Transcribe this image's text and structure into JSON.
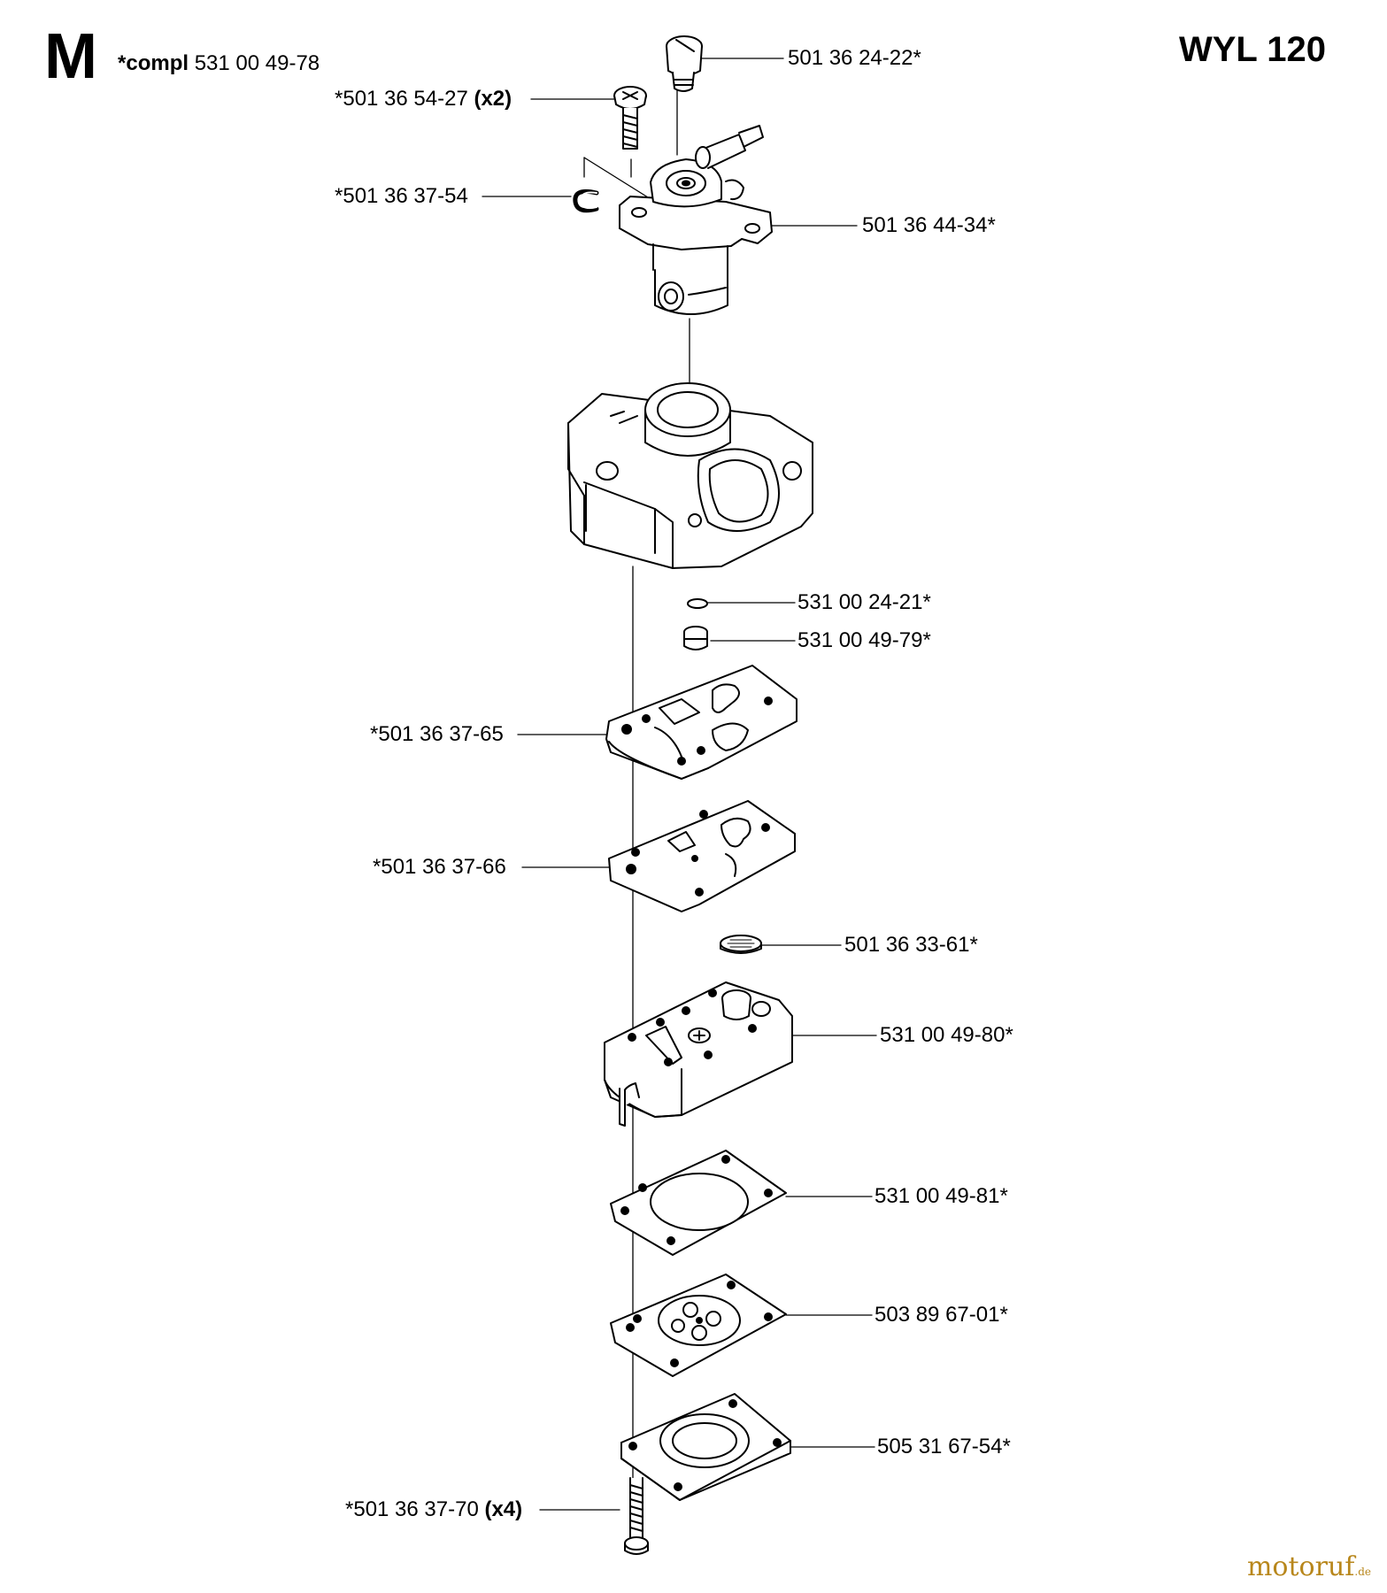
{
  "header": {
    "section_letter": "M",
    "compl_prefix": "*compl",
    "compl_number": "531 00 49-78",
    "model": "WYL 120"
  },
  "parts": [
    {
      "id": "p1",
      "number": "501 36 24-22*",
      "qty": ""
    },
    {
      "id": "p2",
      "number": "*501 36 54-27",
      "qty": "(x2)"
    },
    {
      "id": "p3",
      "number": "*501 36 37-54",
      "qty": ""
    },
    {
      "id": "p4",
      "number": "501 36 44-34*",
      "qty": ""
    },
    {
      "id": "p5",
      "number": "531 00 24-21*",
      "qty": ""
    },
    {
      "id": "p6",
      "number": "531 00 49-79*",
      "qty": ""
    },
    {
      "id": "p7",
      "number": "*501 36 37-65",
      "qty": ""
    },
    {
      "id": "p8",
      "number": "*501 36 37-66",
      "qty": ""
    },
    {
      "id": "p9",
      "number": "501 36 33-61*",
      "qty": ""
    },
    {
      "id": "p10",
      "number": "531 00 49-80*",
      "qty": ""
    },
    {
      "id": "p11",
      "number": "531 00 49-81*",
      "qty": ""
    },
    {
      "id": "p12",
      "number": "503 89 67-01*",
      "qty": ""
    },
    {
      "id": "p13",
      "number": "505 31 67-54*",
      "qty": ""
    },
    {
      "id": "p14",
      "number": "*501 36 37-70",
      "qty": "(x4)"
    }
  ],
  "watermark": {
    "main": "motoruf",
    "suffix": ".de"
  }
}
